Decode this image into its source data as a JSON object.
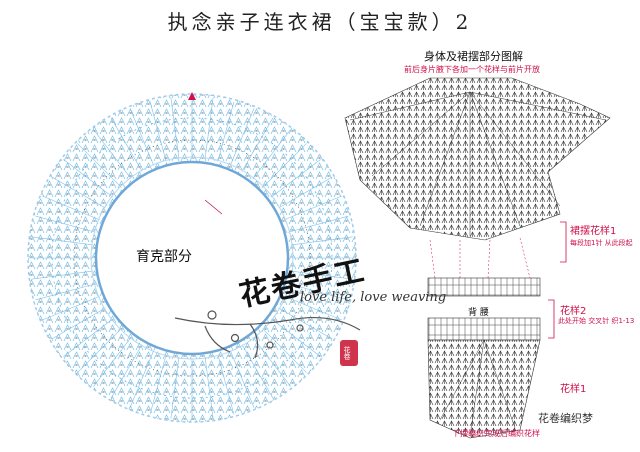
{
  "title": "执念亲子连衣裙（宝宝款）2",
  "yoke_label": "育克部分",
  "right_panel": {
    "heading": "身体及裙摆部分图解",
    "note_top": "前后身片腋下各加一个花样与前片开放",
    "label_skirt_1": "裙摆花样1",
    "note_skirt_1": "每段加1针 从此段起",
    "label_pattern_2": "花样2",
    "note_pattern_2": "此处开始 交叉针 织1-13",
    "center_text": "背 腰",
    "label_pattern_1": "花样1",
    "note_bottom": "下摆编织完成后编织花样"
  },
  "watermark": {
    "chinese": "花卷手工",
    "english": "love life, love weaving",
    "seal": "花卷",
    "brand": "花卷编织梦"
  },
  "colors": {
    "chart_blue": "#5ab4e6",
    "chart_dark": "#333333",
    "annotation_red": "#d0104a",
    "ring": "#6fa8d8"
  }
}
